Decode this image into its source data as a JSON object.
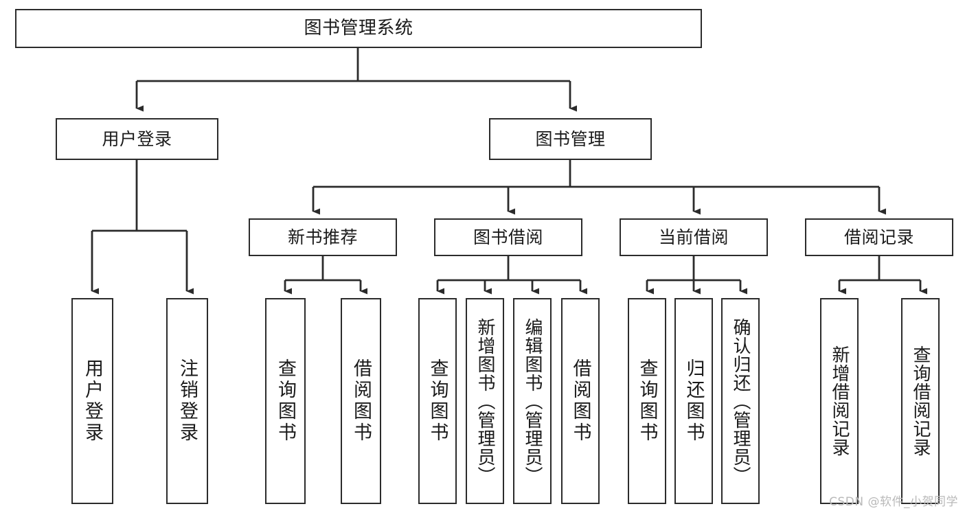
{
  "diagram": {
    "type": "tree-hierarchy-chart",
    "title": "图书管理系统",
    "stroke_color": "#2b2b2b",
    "text_color": "#1a1a1a",
    "background_color": "#ffffff",
    "watermark": "CSDN @软件_小贺同学"
  },
  "nodes": {
    "root": {
      "label": "图书管理系统",
      "level": 1
    },
    "level2": [
      {
        "id": "user-login",
        "label": "用户登录"
      },
      {
        "id": "book-manage",
        "label": "图书管理"
      }
    ],
    "level3": [
      {
        "id": "new-book-recommend",
        "label": "新书推荐"
      },
      {
        "id": "book-borrow",
        "label": "图书借阅"
      },
      {
        "id": "current-borrow",
        "label": "当前借阅"
      },
      {
        "id": "borrow-record",
        "label": "借阅记录"
      }
    ],
    "leaves": {
      "user_login": [
        {
          "id": "leaf-user-login",
          "label": "用户登录"
        },
        {
          "id": "leaf-logout-login",
          "label": "注销登录"
        }
      ],
      "new_book_recommend": [
        {
          "id": "leaf-query-book-1",
          "label": "查询图书"
        },
        {
          "id": "leaf-borrow-book-1",
          "label": "借阅图书"
        }
      ],
      "book_borrow": [
        {
          "id": "leaf-query-book-2",
          "label": "查询图书"
        },
        {
          "id": "leaf-add-book",
          "label": "新增图书（管理员）"
        },
        {
          "id": "leaf-edit-book",
          "label": "编辑图书（管理员）"
        },
        {
          "id": "leaf-borrow-book-2",
          "label": "借阅图书"
        }
      ],
      "current_borrow": [
        {
          "id": "leaf-query-book-3",
          "label": "查询图书"
        },
        {
          "id": "leaf-return-book",
          "label": "归还图书"
        },
        {
          "id": "leaf-confirm-return",
          "label": "确认归还（管理员）"
        }
      ],
      "borrow_record": [
        {
          "id": "leaf-add-record",
          "label": "新增借阅记录"
        },
        {
          "id": "leaf-query-record",
          "label": "查询借阅记录"
        }
      ]
    }
  }
}
